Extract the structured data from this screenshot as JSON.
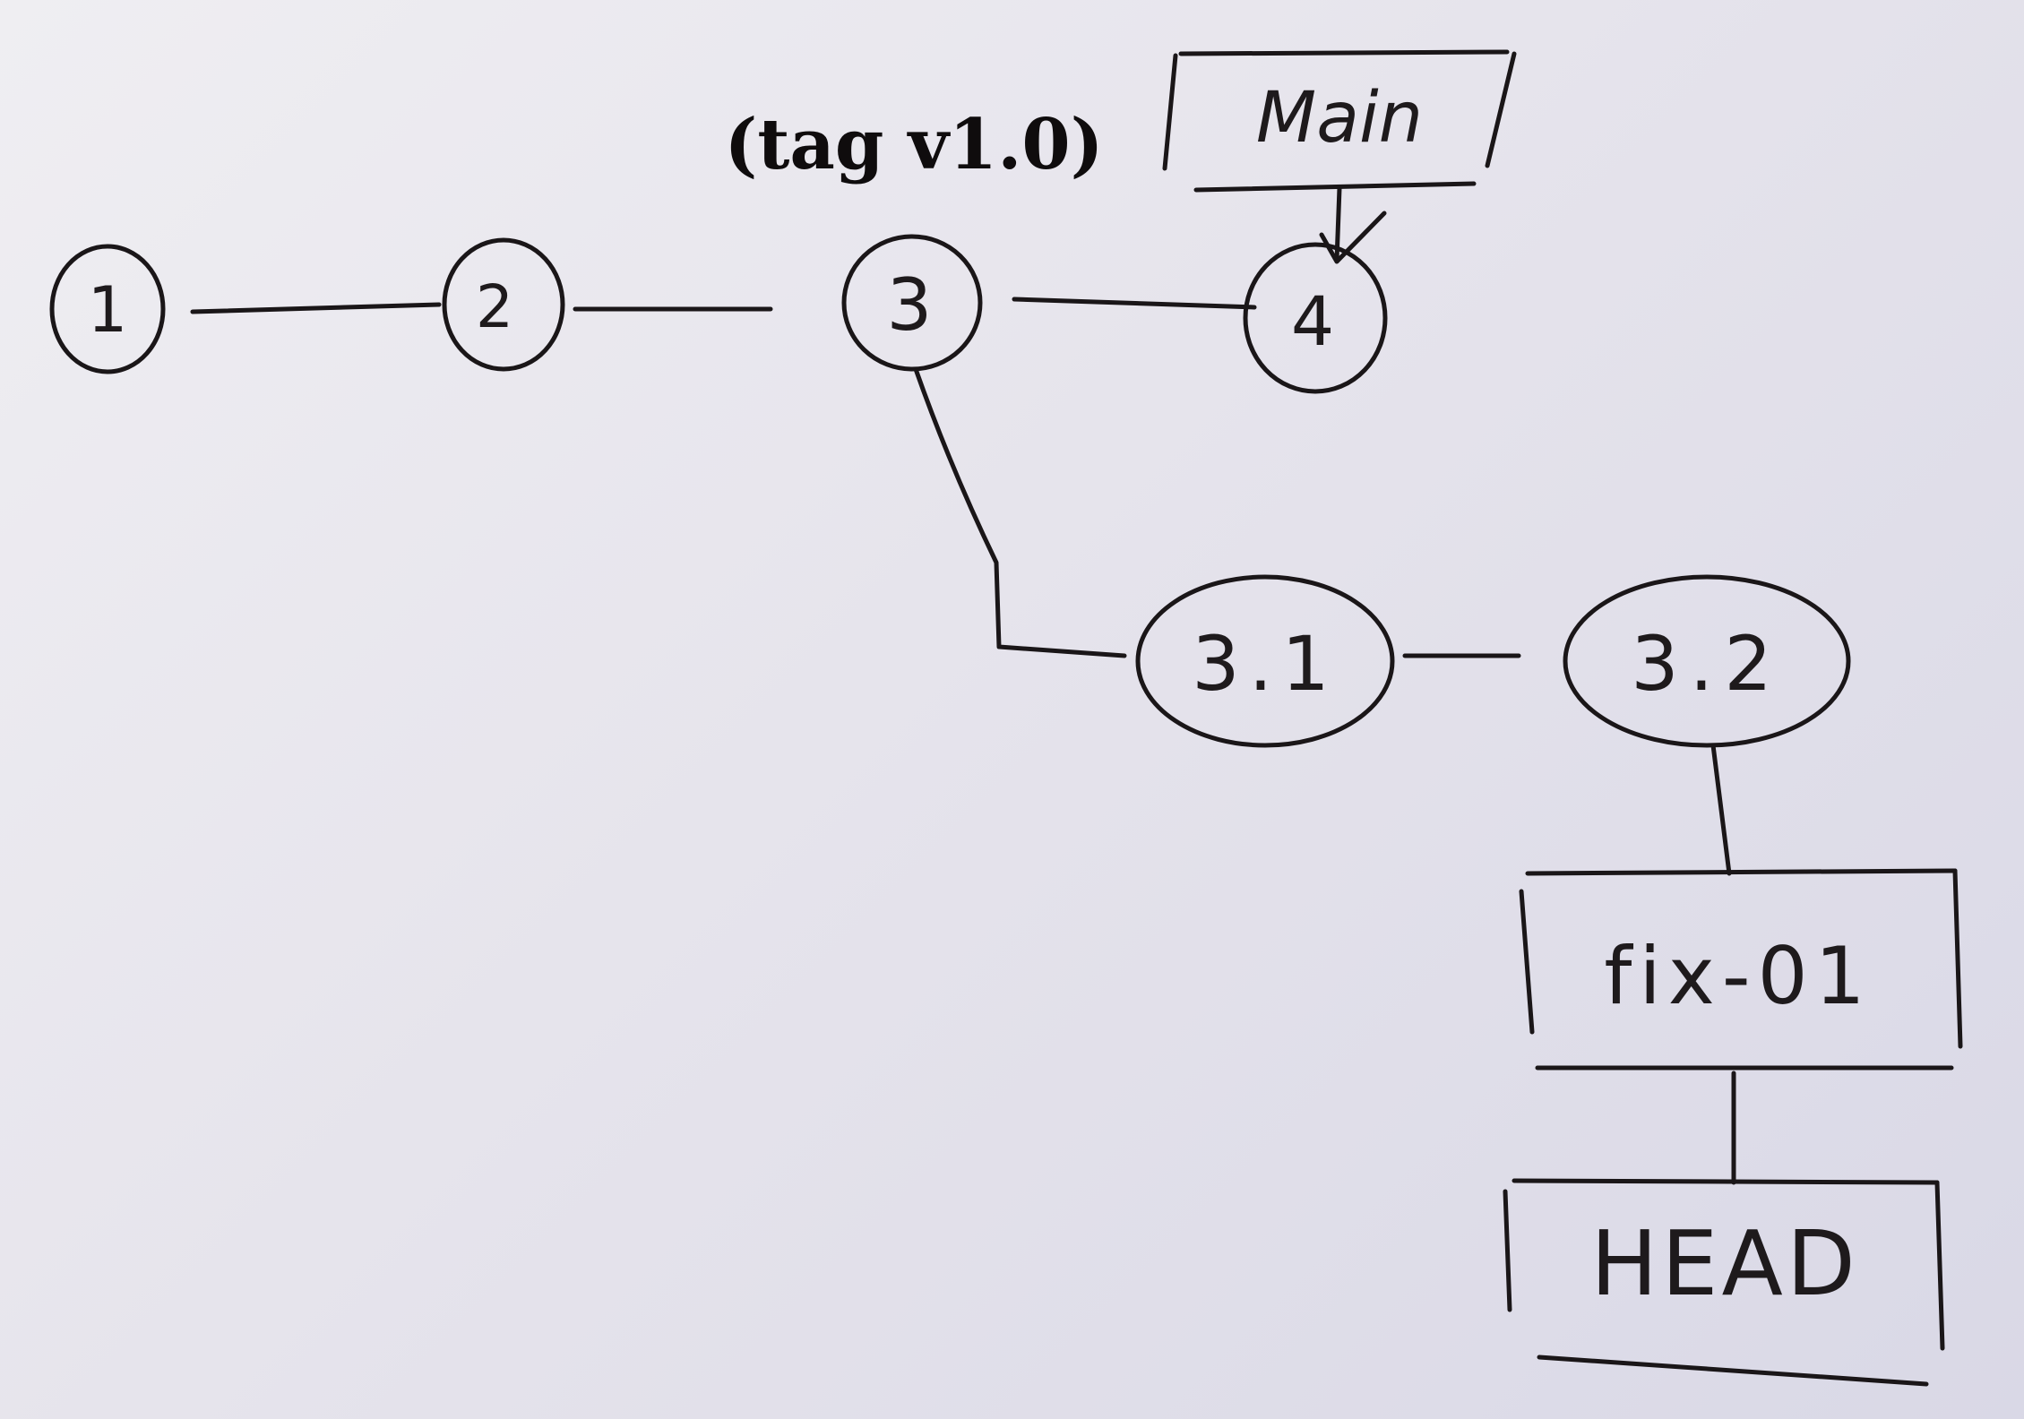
{
  "commits": [
    {
      "id": "c1",
      "label": "1"
    },
    {
      "id": "c2",
      "label": "2"
    },
    {
      "id": "c3",
      "label": "3"
    },
    {
      "id": "c4",
      "label": "4"
    },
    {
      "id": "c31",
      "label": "3.1"
    },
    {
      "id": "c32",
      "label": "3.2"
    }
  ],
  "tag": "(tag v1.0)",
  "refs": {
    "main": "Main",
    "branch": "fix-01",
    "head": "HEAD"
  },
  "colors": {
    "ink": "#1a1618",
    "paper": "#e9e8ef"
  }
}
